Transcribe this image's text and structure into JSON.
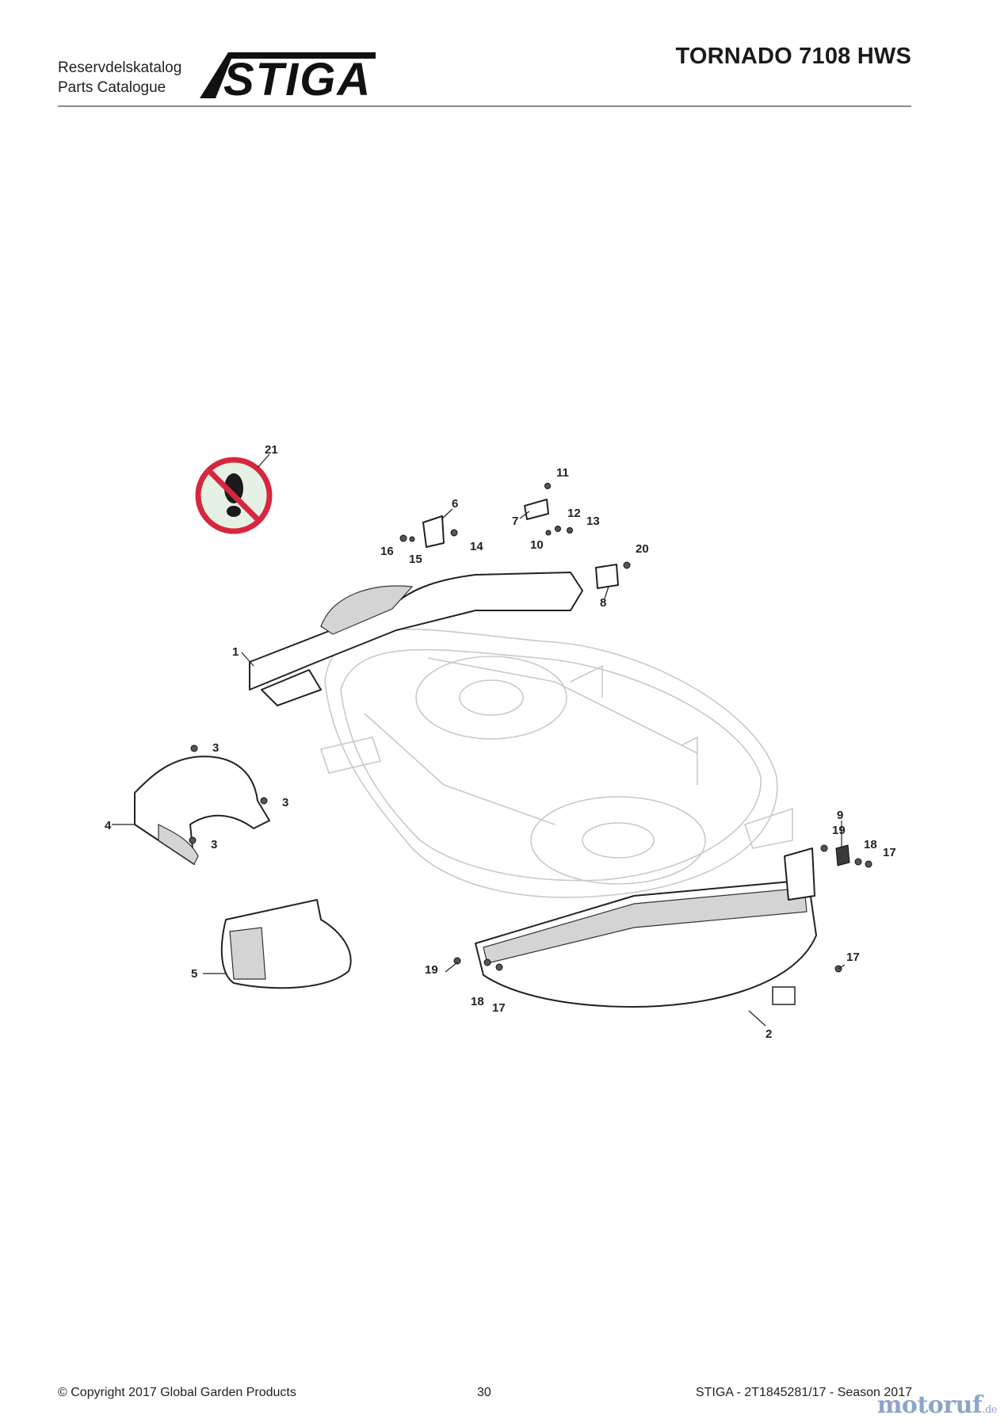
{
  "header": {
    "catalog_label_1": "Reservdelskatalog",
    "catalog_label_2": "Parts Catalogue",
    "brand": "STIGA",
    "model": "TORNADO 7108 HWS"
  },
  "diagram": {
    "callouts": {
      "p1": "1",
      "p2": "2",
      "p3a": "3",
      "p3b": "3",
      "p3c": "3",
      "p4": "4",
      "p5": "5",
      "p6": "6",
      "p7": "7",
      "p8": "8",
      "p9": "9",
      "p10": "10",
      "p11": "11",
      "p12": "12",
      "p13": "13",
      "p14": "14",
      "p15": "15",
      "p16": "16",
      "p17a": "17",
      "p17b": "17",
      "p17c": "17",
      "p18a": "18",
      "p18b": "18",
      "p19a": "19",
      "p19b": "19",
      "p20": "20",
      "p21": "21"
    },
    "warning_icon": "no-foot-warning-icon"
  },
  "footer": {
    "copyright": "© Copyright 2017 Global Garden Products",
    "page": "30",
    "reference": "STIGA - 2T1845281/17 - Season 2017"
  },
  "watermark": {
    "main": "motoruf",
    "suffix": ".de"
  },
  "colors": {
    "watermark": "#8da5c8",
    "warning_red": "#d7263d",
    "warning_bg": "#e6f1e6"
  }
}
